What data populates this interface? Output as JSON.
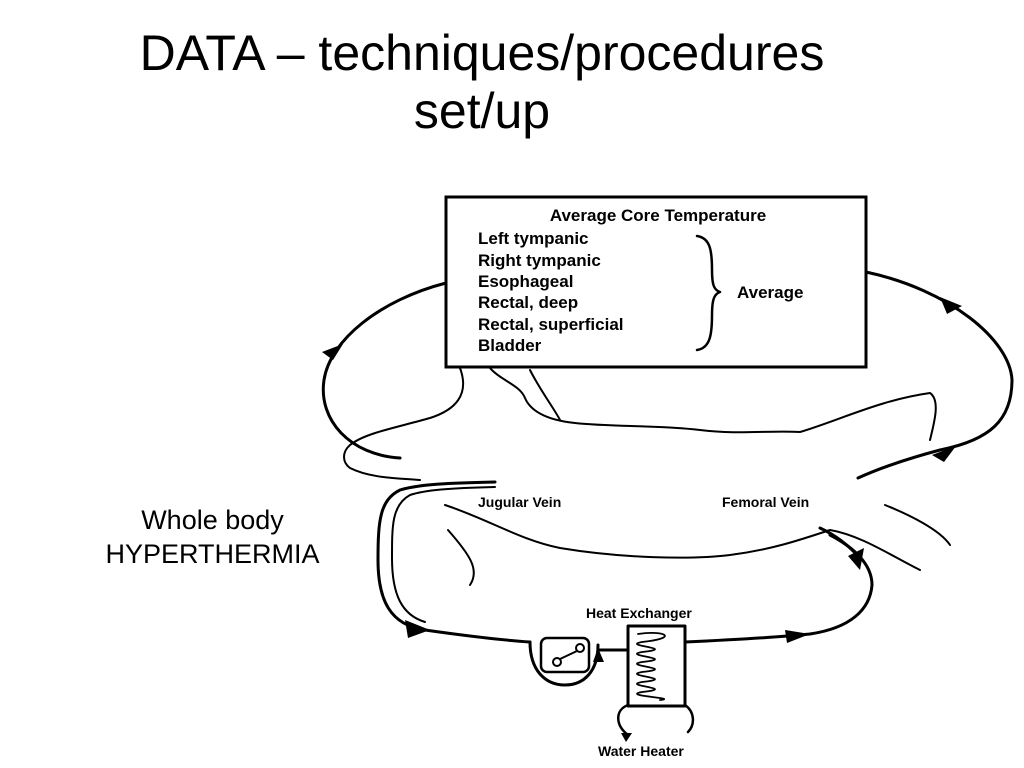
{
  "slide": {
    "title_line1": "DATA – techniques/procedures",
    "title_line2": "set/up"
  },
  "caption": {
    "line1": "Whole body",
    "line2": "HYPERTHERMIA"
  },
  "diagram": {
    "box_heading": "Average Core Temperature",
    "measurements": [
      "Left tympanic",
      "Right tympanic",
      "Esophageal",
      "Rectal, deep",
      "Rectal, superficial",
      "Bladder"
    ],
    "brace_label": "Average",
    "jugular_label": "Jugular Vein",
    "femoral_label": "Femoral Vein",
    "heat_exchanger_label": "Heat Exchanger",
    "water_heater_label": "Water Heater"
  }
}
